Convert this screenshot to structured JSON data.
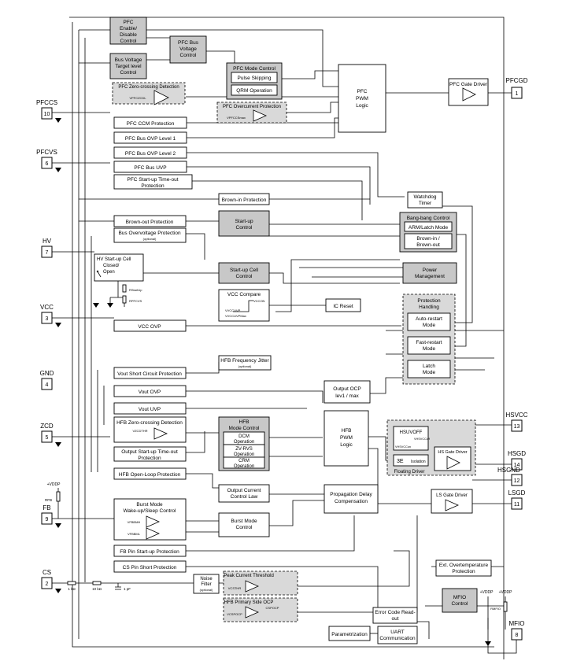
{
  "pins": {
    "pfcgd": {
      "name": "PFCGD",
      "num": "1"
    },
    "pfccs": {
      "name": "PFCCS",
      "num": "10"
    },
    "pfcvs": {
      "name": "PFCVS",
      "num": "6"
    },
    "hv": {
      "name": "HV",
      "num": "7"
    },
    "vcc": {
      "name": "VCC",
      "num": "3"
    },
    "gnd": {
      "name": "GND",
      "num": "4"
    },
    "zcd": {
      "name": "ZCD",
      "num": "5"
    },
    "fb": {
      "name": "FB",
      "num": "9"
    },
    "cs": {
      "name": "CS",
      "num": "2"
    },
    "hsvcc": {
      "name": "HSVCC",
      "num": "13"
    },
    "hsgd": {
      "name": "HSGD",
      "num": "14"
    },
    "hsgnd": {
      "name": "HSGND",
      "num": "12"
    },
    "lsgd": {
      "name": "LSGD",
      "num": "11"
    },
    "mfio": {
      "name": "MFIO",
      "num": "8"
    }
  },
  "blocks": {
    "pfc_enable": [
      "PFC",
      "Enable/",
      "Disable",
      "Control"
    ],
    "pfc_bus_voltage_control": [
      "PFC Bus",
      "Voltage",
      "Control"
    ],
    "bus_voltage_target": [
      "Bus Voltage",
      "Target level",
      "Control"
    ],
    "pfc_mode_control": "PFC Mode Control",
    "pulse_skipping": "Pulse Skipping",
    "qrm_operation": "QRM Operation",
    "pfc_zero_crossing": "PFC Zero-crossing Detection",
    "pfc_overcurrent": "PFC Overcurrent Protection",
    "pfc_pwm_logic": [
      "PFC",
      "PWM",
      "Logic"
    ],
    "pfc_gate_driver": "PFC Gate Driver",
    "pfc_ccm": "PFC CCM Protection",
    "pfc_ovp1": "PFC Bus OVP Level 1",
    "pfc_ovp2": "PFC Bus OVP Level 2",
    "pfc_uvp": "PFC Bus UVP",
    "pfc_startup_timeout": [
      "PFC Start-up Time-out",
      "Protection"
    ],
    "brown_in": "Brown-in Protection",
    "watchdog": [
      "Watchdog",
      "Timer"
    ],
    "brown_out": "Brown-out Protection",
    "bus_ovp": "Bus Overvoltage Protection",
    "optional": "(optional)",
    "startup_control": [
      "Start-up",
      "Control"
    ],
    "bang_bang": "Bang-bang Control",
    "arm_latch": "ARM/Latch Mode",
    "brownin_brownout": [
      "Brown-in /",
      "Brown-out"
    ],
    "hv_startup_cell": [
      "HV Start-up Cell",
      "Closed/",
      "Open"
    ],
    "startup_cell_control": [
      "Start-up Cell",
      "Control"
    ],
    "power_management": [
      "Power",
      "Management"
    ],
    "vcc_compare": "VCC Compare",
    "ic_reset": "IC Reset",
    "protection_handling": [
      "Protection",
      "Handling"
    ],
    "vcc_ovp": "VCC OVP",
    "auto_restart": [
      "Auto-restart",
      "Mode"
    ],
    "fast_restart": [
      "Fast-restart",
      "Mode"
    ],
    "latch_mode": [
      "Latch",
      "Mode"
    ],
    "hfb_freq_jitter": "HFB Frequency Jitter",
    "vout_scp": "Vout Short Circuit Protection",
    "vout_ovp": "Vout OVP",
    "vout_uvp": "Vout UVP",
    "output_ocp": [
      "Output OCP",
      "lev1 / max"
    ],
    "hfb_mode_control": [
      "HFB",
      "Mode Control"
    ],
    "dcm_operation": [
      "DCM",
      "Operation"
    ],
    "zv_rvs": [
      "ZV-RVS",
      "Operation"
    ],
    "crm_operation": [
      "CRM",
      "Operation"
    ],
    "hfb_zero_crossing": "HFB Zero-crossing Detection",
    "hfb_pwm_logic": [
      "HFB",
      "PWM",
      "Logic"
    ],
    "hsuvoff": "HSUVOFF",
    "isolation": "Isolation",
    "hs_gate_driver": "HS Gate Driver",
    "floating_driver": "Floating Driver",
    "output_startup_timeout": [
      "Output Start-up Time-out",
      "Protection"
    ],
    "hfb_open_loop": "HFB Open-Loop Protection",
    "output_current_control": [
      "Output Current",
      "Control Law"
    ],
    "propagation_delay": [
      "Propagation Delay",
      "Compensation"
    ],
    "ls_gate_driver": "LS Gate Driver",
    "burst_mode_control": [
      "Burst Mode",
      "Wake-up/Sleep Control"
    ],
    "burst_mode": [
      "Burst Mode",
      "Control"
    ],
    "fb_pin_startup": "FB Pin Start-up Protection",
    "cs_pin_short": "CS Pin Short Protection",
    "ext_overtemp": [
      "Ext. Overtemperature",
      "Protection"
    ],
    "noise_filter": [
      "Noise",
      "Filter",
      "(optional)"
    ],
    "peak_current_threshold": "Peak Current Threshold",
    "hfb_primary_ocp": "HFB Primary Side OCP",
    "mfio_control": [
      "MFIO",
      "Control"
    ],
    "error_code_readout": [
      "Error Code Read-",
      "out"
    ],
    "parametrization": "Parametrization",
    "uart": [
      "UART",
      "Communication"
    ]
  },
  "labels": {
    "r_1k": "1 kΩ",
    "r_10k": "10 kΩ",
    "c_1pf": "1 pF",
    "vddp": "+VDDP",
    "rfb": "RFB",
    "rmfio": "RMFIO",
    "vzcd": "VZCDTHR",
    "vbm1": "VFBBMH",
    "vbm2": "VFBBML",
    "vccon": "VCCON",
    "vccuvp": "VVCCUVP",
    "vccuvp_max": "VVCCUVPMax",
    "rstartup": "RStartUp",
    "rstartup2": "RPFCVS",
    "vpfczcd": "VPFCZCDL",
    "vpfccs": "VPFCCSmax",
    "vhsvcc": "VHSVCCon",
    "vhsvcc_off": "VHSVCCoff",
    "vcspeak": "VCSTHR",
    "vcspocp": "VCSPOCP",
    "cspocp": "CSPOCP"
  }
}
